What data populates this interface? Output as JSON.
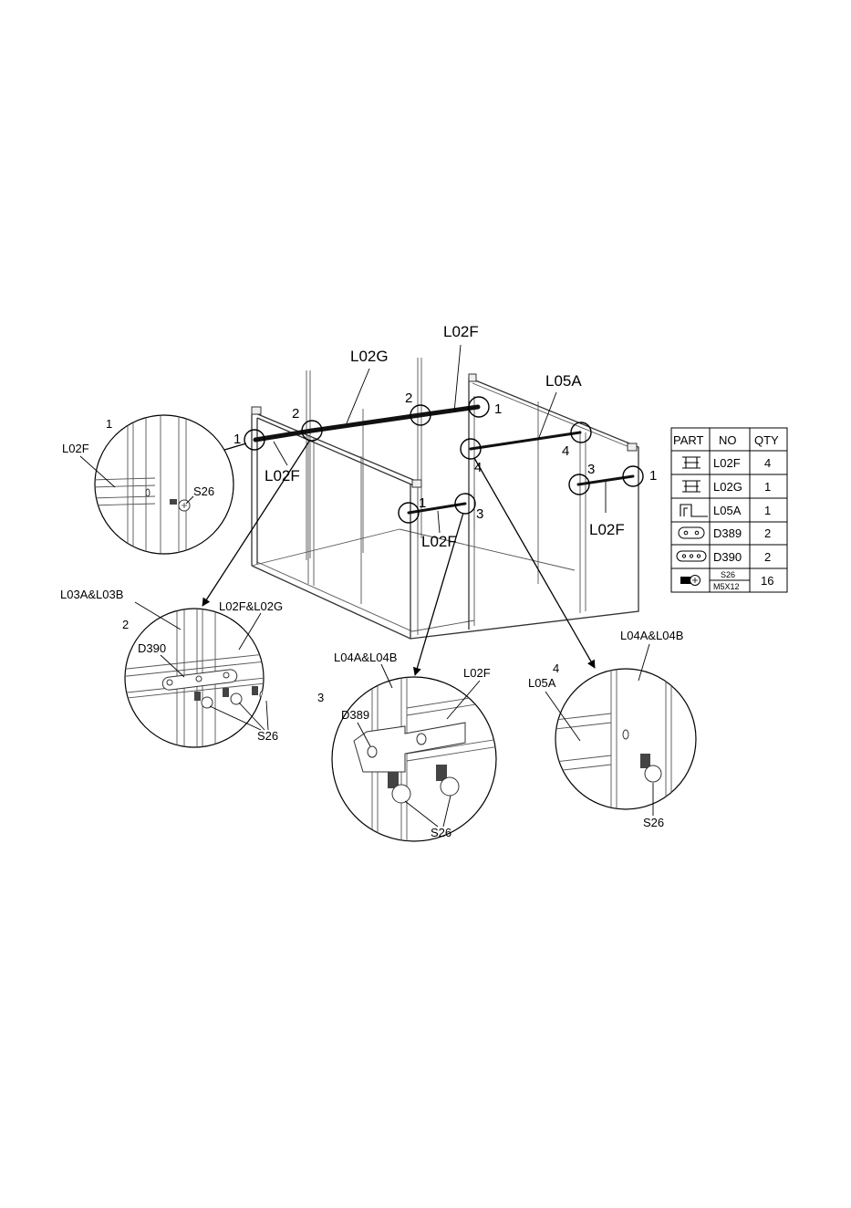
{
  "callouts": {
    "top_l02f": "L02F",
    "top_l02g": "L02G",
    "top_l05a": "L05A",
    "left_l02f": "L02F",
    "mid_l02f": "L02F",
    "right_l02f": "L02F",
    "markers": [
      "1",
      "2",
      "2",
      "1",
      "4",
      "4",
      "3",
      "1",
      "1",
      "3"
    ]
  },
  "details": {
    "d1": {
      "number": "1",
      "part": "L02F",
      "screw": "S26"
    },
    "d2": {
      "number": "2",
      "top_left": "L03A&L03B",
      "top_right": "L02F&L02G",
      "plate": "D390",
      "screw": "S26"
    },
    "d3": {
      "number": "3",
      "top_left": "L04A&L04B",
      "top_right": "L02F",
      "plate": "D389",
      "screw": "S26"
    },
    "d4": {
      "number": "4",
      "top_right": "L04A&L04B",
      "part": "L05A",
      "screw": "S26"
    }
  },
  "parts_table": {
    "headers": [
      "PART",
      "NO",
      "QTY"
    ],
    "rows": [
      {
        "icon": "channel-profile-icon",
        "no": "L02F",
        "qty": "4"
      },
      {
        "icon": "channel-profile-icon",
        "no": "L02G",
        "qty": "1"
      },
      {
        "icon": "step-profile-icon",
        "no": "L05A",
        "qty": "1"
      },
      {
        "icon": "two-hole-plate-icon",
        "no": "D389",
        "qty": "2"
      },
      {
        "icon": "three-hole-plate-icon",
        "no": "D390",
        "qty": "2"
      },
      {
        "icon": "screw-icon",
        "no": "S26",
        "no_sub": "M5X12",
        "qty": "16"
      }
    ]
  }
}
